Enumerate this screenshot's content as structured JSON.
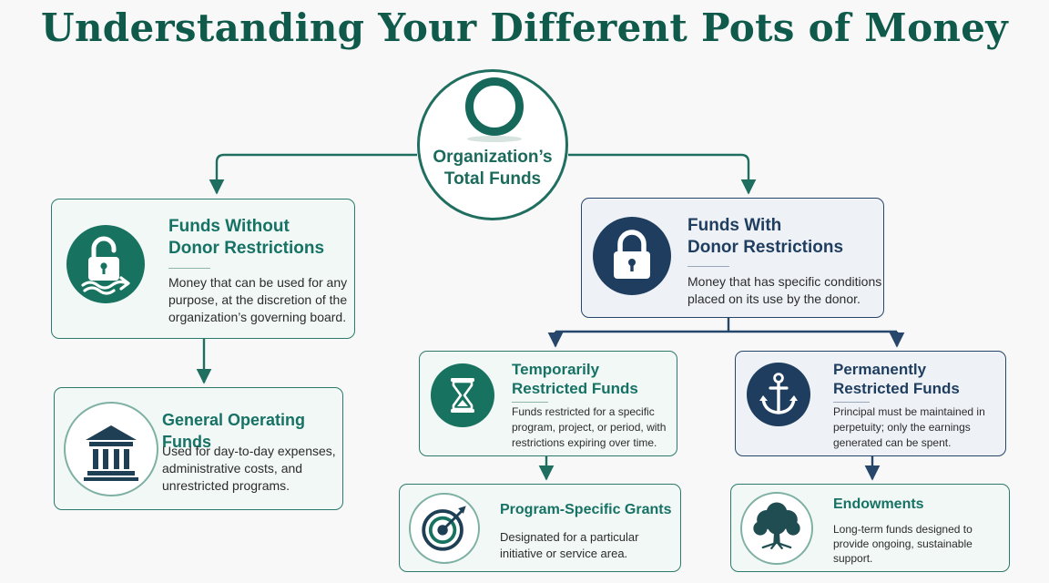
{
  "title": "Understanding Your Different Pots of Money",
  "root": {
    "label_line1": "Organization’s",
    "label_line2": "Total Funds"
  },
  "unrestricted": {
    "title_line1": "Funds Without",
    "title_line2": "Donor Restrictions",
    "desc_line1": "Money that can be used for any",
    "desc_line2": "purpose, at the discretion of the",
    "desc_line3": "organization’s governing board."
  },
  "general_operating": {
    "title": "General Operating Funds",
    "desc_line1": "Used for day-to-day expenses,",
    "desc_line2": "administrative costs, and",
    "desc_line3": "unrestricted programs."
  },
  "restricted": {
    "title_line1": "Funds With",
    "title_line2": "Donor Restrictions",
    "desc_line1": "Money that has specific conditions",
    "desc_line2": "placed on its use by the donor."
  },
  "temporary": {
    "title_line1": "Temporarily",
    "title_line2": "Restricted Funds",
    "desc_line1": "Funds restricted for a specific",
    "desc_line2": "program, project, or period, with",
    "desc_line3": "restrictions expiring over time."
  },
  "permanent": {
    "title_line1": "Permanently",
    "title_line2": "Restricted Funds",
    "desc_line1": "Principal must be maintained in",
    "desc_line2": "perpetuity; only the earnings",
    "desc_line3": "generated can be spent."
  },
  "program_grants": {
    "title": "Program-Specific Grants",
    "desc_line1": "Designated for a particular",
    "desc_line2": "initiative or service area."
  },
  "endowments": {
    "title": "Endowments",
    "desc_line1": "Long-term funds designed to",
    "desc_line2": "provide ongoing, sustainable",
    "desc_line3": "support."
  },
  "colors": {
    "teal": "#17725f",
    "navy": "#1e3d5f",
    "connector": "#1f6e60"
  },
  "icons": {
    "root": "ring-icon",
    "unrestricted": "unlocked-padlock-wave-icon",
    "general_operating": "bank-building-icon",
    "restricted": "padlock-icon",
    "temporary": "hourglass-icon",
    "permanent": "anchor-icon",
    "program_grants": "target-arrow-icon",
    "endowments": "tree-icon"
  }
}
